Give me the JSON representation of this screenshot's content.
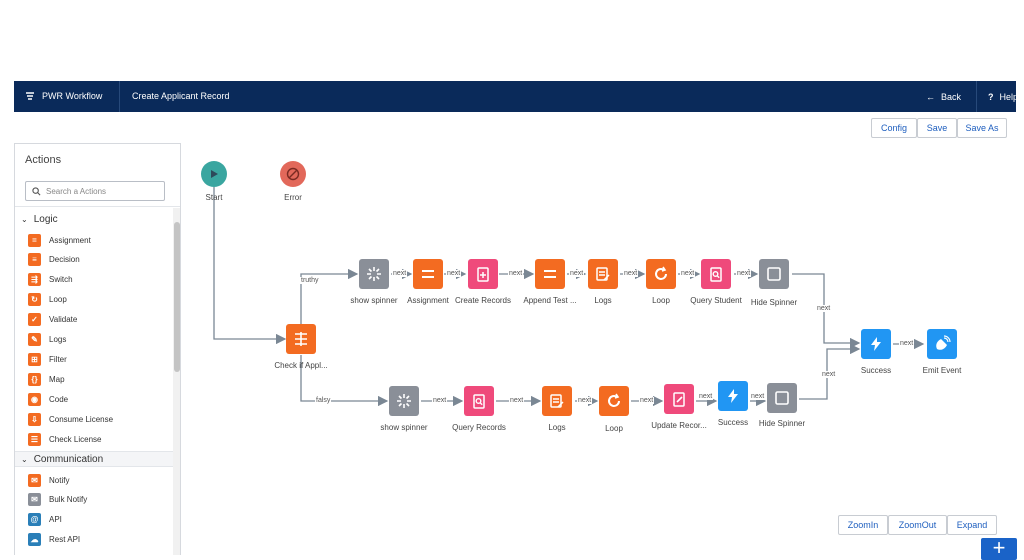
{
  "header": {
    "app_title": "PWR Workflow",
    "workflow_name": "Create Applicant Record",
    "back_label": "Back",
    "help_label": "Help"
  },
  "toolbar": {
    "config_label": "Config",
    "save_label": "Save",
    "save_as_label": "Save As"
  },
  "actions_panel": {
    "title": "Actions",
    "search_placeholder": "Search a Actions",
    "categories": [
      {
        "name": "Logic",
        "items": [
          {
            "label": "Assignment",
            "icon": "assignment-icon",
            "color": "#f36b21"
          },
          {
            "label": "Decision",
            "icon": "decision-icon",
            "color": "#f36b21"
          },
          {
            "label": "Switch",
            "icon": "switch-icon",
            "color": "#f36b21"
          },
          {
            "label": "Loop",
            "icon": "loop-icon",
            "color": "#f36b21"
          },
          {
            "label": "Validate",
            "icon": "validate-icon",
            "color": "#f36b21"
          },
          {
            "label": "Logs",
            "icon": "logs-icon",
            "color": "#f36b21"
          },
          {
            "label": "Filter",
            "icon": "filter-icon",
            "color": "#f36b21"
          },
          {
            "label": "Map",
            "icon": "map-icon",
            "color": "#f36b21"
          },
          {
            "label": "Code",
            "icon": "code-icon",
            "color": "#f36b21"
          },
          {
            "label": "Consume License",
            "icon": "download-icon",
            "color": "#f36b21"
          },
          {
            "label": "Check License",
            "icon": "checklist-icon",
            "color": "#f36b21"
          }
        ]
      },
      {
        "name": "Communication",
        "items": [
          {
            "label": "Notify",
            "icon": "mail-icon",
            "color": "#f36b21"
          },
          {
            "label": "Bulk Notify",
            "icon": "bulk-mail-icon",
            "color": "#8a8f98"
          },
          {
            "label": "API",
            "icon": "api-icon",
            "color": "#2a7fb8"
          },
          {
            "label": "Rest API",
            "icon": "cloud-icon",
            "color": "#2a7fb8"
          }
        ]
      }
    ]
  },
  "canvas": {
    "nodes": {
      "start": "Start",
      "error": "Error",
      "check": "Check if Appl...",
      "t1": "show spinner",
      "t2": "Assignment",
      "t3": "Create Records",
      "t4": "Append Test ...",
      "t5": "Logs",
      "t6": "Loop",
      "t7": "Query Student",
      "t8": "Hide Spinner",
      "f1": "show spinner",
      "f2": "Query Records",
      "f3": "Logs",
      "f4": "Loop",
      "f5": "Update Recor...",
      "f6": "Success",
      "f7": "Hide Spinner",
      "success": "Success",
      "emit": "Emit Event"
    },
    "edges": {
      "truthy": "truthy",
      "falsy": "falsy",
      "next": "next"
    }
  },
  "zoom_controls": {
    "zoom_in": "ZoomIn",
    "zoom_out": "ZoomOut",
    "expand": "Expand"
  },
  "colors": {
    "header": "#0a2a5a",
    "orange": "#f36b21",
    "pink": "#ef4a7b",
    "gray": "#8a8f98",
    "blue": "#2196f3",
    "teal": "#3aa6a0",
    "red": "#e2685a"
  }
}
